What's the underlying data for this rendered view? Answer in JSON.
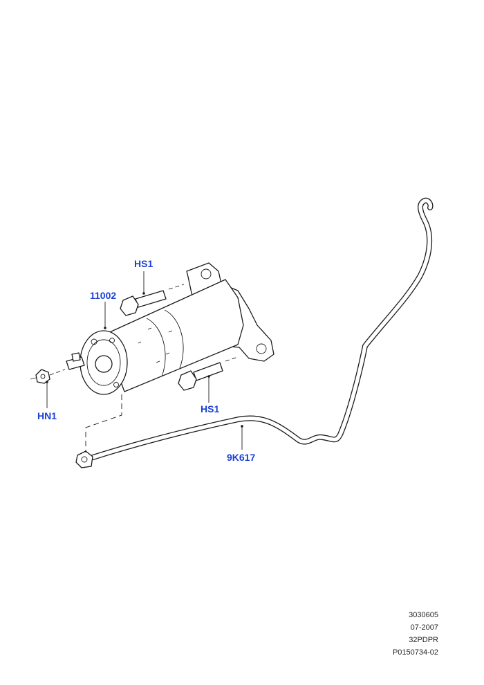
{
  "callouts": {
    "hs1_top": "HS1",
    "starter": "11002",
    "nut": "HN1",
    "hs1_bottom": "HS1",
    "cable": "9K617"
  },
  "reference": {
    "line1": "3030605",
    "line2": "07-2007",
    "line3": "32PDPR",
    "line4": "P0150734-02"
  },
  "colors": {
    "callout": "#1a3fd6",
    "linework": "#1a1a1a"
  }
}
